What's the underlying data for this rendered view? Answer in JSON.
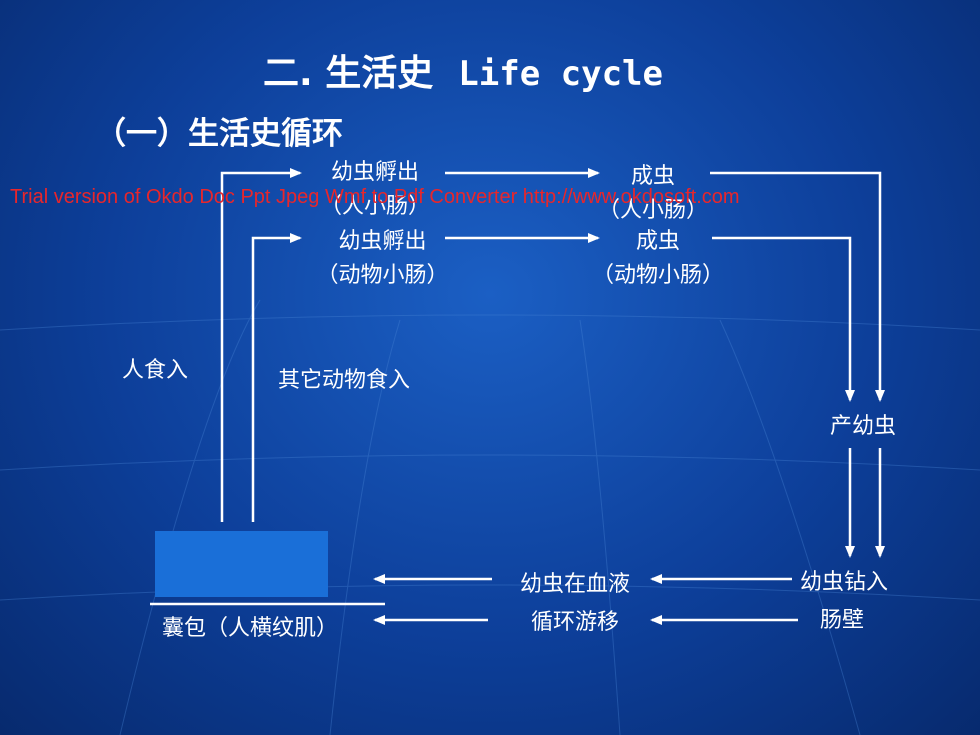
{
  "title": {
    "cn": "二.  生活史",
    "en": "Life  cycle"
  },
  "subtitle": "（一）生活史循环",
  "nodes": {
    "larva_hatch_human": {
      "line1": "幼虫孵出",
      "line2": "（人小肠）"
    },
    "adult_human": {
      "line1": "成虫",
      "line2": "（人小肠）"
    },
    "larva_hatch_animal": {
      "line1": "幼虫孵出",
      "line2": "（动物小肠）"
    },
    "adult_animal": {
      "line1": "成虫",
      "line2": "（动物小肠）"
    },
    "produce_larvae": "产幼虫",
    "larva_penetrate": {
      "line1": "幼虫钻入",
      "line2": "肠壁"
    },
    "larva_migrate": {
      "line1": "幼虫在血液",
      "line2": "循环游移"
    },
    "cyst": "囊包（人横纹肌）"
  },
  "labels": {
    "human_ingest": "人食入",
    "animal_ingest": "其它动物食入"
  },
  "watermark": "Trial version of Okdo Doc Ppt Jpeg Wmf to Pdf Converter  http://www.okdosoft.com",
  "colors": {
    "background": "#0d3f9a",
    "box": "#1a6fd8",
    "watermark": "#e8262b",
    "text": "#ffffff"
  }
}
